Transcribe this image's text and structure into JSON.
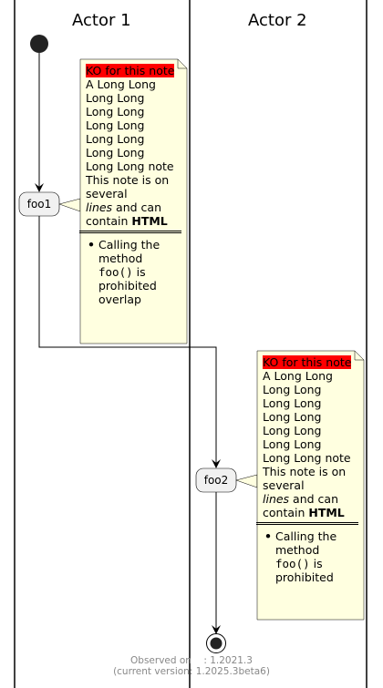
{
  "swimlanes": [
    {
      "title": "Actor 1"
    },
    {
      "title": "Actor 2"
    }
  ],
  "activities": [
    {
      "label": "foo1"
    },
    {
      "label": "foo2"
    }
  ],
  "notes": [
    {
      "highlight": "KO for this note",
      "highlight_color": "#ff0000",
      "long_text": "A Long Long Long Long Long Long Long Long Long Long Long Long Long Long note",
      "line_a": "This note is on several",
      "italic_word": "lines",
      "line_b": " and can contain ",
      "bold_word": "HTML",
      "bullet_a": "Calling the method",
      "code": "foo()",
      "bullet_b": " is prohibited",
      "extra": "overlap"
    },
    {
      "highlight": "KO for this note",
      "highlight_color": "#ff0000",
      "long_text": "A Long Long Long Long Long Long Long Long Long Long Long Long Long Long note",
      "line_a": "This note is on several",
      "italic_word": "lines",
      "line_b": " and can contain ",
      "bold_word": "HTML",
      "bullet_a": "Calling the method",
      "code": "foo()",
      "bullet_b": " is prohibited"
    }
  ],
  "footer": {
    "line1": "Observed on    : 1.2021.3",
    "line2": "(current version: 1.2025.3beta6)"
  },
  "colors": {
    "note_fill": "#ffffe0",
    "activity_fill": "#f1f1f1",
    "footer_text": "#888888"
  }
}
